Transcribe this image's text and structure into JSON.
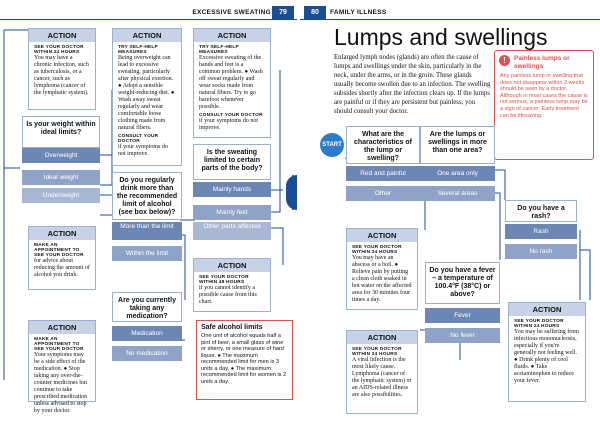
{
  "header": {
    "left_section": "EXCESSIVE SWEATING",
    "left_page": "79",
    "right_page": "80",
    "right_section": "FAMILY ILLNESS"
  },
  "title": "Lumps and swellings",
  "intro": "Enlarged lymph nodes (glands) are often the cause of lumps and swellings under the skin, particularly in the neck, under the arms, or in the groin. These glands usually become swollen due to an infection. The swelling subsides shortly after the infection clears up. If the lumps are painful or if they are persistent but painless, you should consult your doctor.",
  "warning": {
    "title": "Painless lumps or swellings",
    "body": "Any painless lump or swelling that does not disappear within 2 weeks should be seen by a doctor. Although in most cases the cause is not serious, a painless lump may be a sign of cancer. Early treatment can be lifesaving."
  },
  "start_label": "START",
  "left": {
    "action1": {
      "head": "ACTION",
      "sub": "SEE YOUR DOCTOR WITHIN 24 HOURS",
      "body": "You may have a chronic infection, such as tuberculosis, or a cancer, such as lymphoma (cancer of the lymphatic system)."
    },
    "action2": {
      "head": "ACTION",
      "sub": "TRY SELF-HELP MEASURES",
      "body": "Being overweight can lead to excessive sweating, particularly after physical exertion. ● Adopt a sensible weight-reducing diet. ● Wash away sweat regularly and wear comfortable loose clothing made from natural fibers.",
      "sub2": "CONSULT YOUR DOCTOR",
      "body2": "if your symptoms do not improve."
    },
    "action3": {
      "head": "ACTION",
      "sub": "TRY SELF-HELP MEASURES",
      "body": "Excessive sweating of the hands and feet is a common problem. ● Wash off sweat regularly and wear socks made from natural fibers. Try to go barefoot whenever possible.",
      "sub2": "CONSULT YOUR DOCTOR",
      "body2": "if your symptoms do not improve."
    },
    "q_weight": {
      "text": "Is your weight within ideal limits?",
      "options": [
        "Overweight",
        "Ideal weight",
        "Underweight"
      ]
    },
    "q_alcohol": {
      "text": "Do you regularly drink more than the recommended limit of alcohol (see box below)?",
      "options": [
        "More than the limit",
        "Within the limit"
      ]
    },
    "q_sweat": {
      "text": "Is the sweating limited to certain parts of the body?",
      "options": [
        "Mainly hands",
        "Mainly feet",
        "Other parts affected"
      ]
    },
    "action4": {
      "head": "ACTION",
      "sub": "MAKE AN APPOINTMENT TO SEE YOUR DOCTOR",
      "body": "for advice about reducing the amount of alcohol you drink."
    },
    "action5": {
      "head": "ACTION",
      "sub": "SEE YOUR DOCTOR WITHIN 48 HOURS",
      "body": "if you cannot identify a possible cause from this chart."
    },
    "q_med": {
      "text": "Are you currently taking any medication?",
      "options": [
        "Medication",
        "No medication"
      ]
    },
    "action6": {
      "head": "ACTION",
      "sub": "MAKE AN APPOINTMENT TO SEE YOUR DOCTOR",
      "body": "Your symptoms may be a side effect of the medication. ● Stop taking any over-the-counter medicines but continue to take prescribed medication unless advised to stop by your doctor."
    },
    "alcohol_box": {
      "title": "Safe alcohol limits",
      "body": "One unit of alcohol equals half a pint of beer, a small glass of wine or sherry, or one measure of hard liquor. ● The maximum recommended limit for men is 3 units a day. ● The maximum recommended limit for women is 2 units a day."
    }
  },
  "right": {
    "q1": {
      "text": "What are the characteristics of the lump or swelling?",
      "options": [
        "Red and painful",
        "Other"
      ]
    },
    "q2": {
      "text": "Are the lumps or swellings in more than one area?",
      "options": [
        "One area only",
        "Several areas"
      ]
    },
    "q3": {
      "text": "Do you have a rash?",
      "options": [
        "Rash",
        "No rash"
      ]
    },
    "q4": {
      "text": "Do you have a fever – a temperature of 100.4°F (38°C) or above?",
      "options": [
        "Fever",
        "No fever"
      ]
    },
    "action1": {
      "head": "ACTION",
      "sub": "SEE YOUR DOCTOR WITHIN 24 HOURS",
      "body": "You may have an abscess or a boil. ● Relieve pain by putting a clean cloth soaked in hot water on the affected area for 30 minutes four times a day."
    },
    "action2": {
      "head": "ACTION",
      "sub": "SEE YOUR DOCTOR WITHIN 24 HOURS",
      "body": "A viral infection is the most likely cause. Lymphoma (cancer of the lymphatic system) or an AIDS-related illness are also possibilities."
    },
    "action3": {
      "head": "ACTION",
      "sub": "SEE YOUR DOCTOR WITHIN 24 HOURS",
      "body": "You may be suffering from infectious mononucleosis, especially if you're generally not feeling well. ● Drink plenty of cool fluids. ● Take acetaminophen to reduce your fever."
    }
  }
}
